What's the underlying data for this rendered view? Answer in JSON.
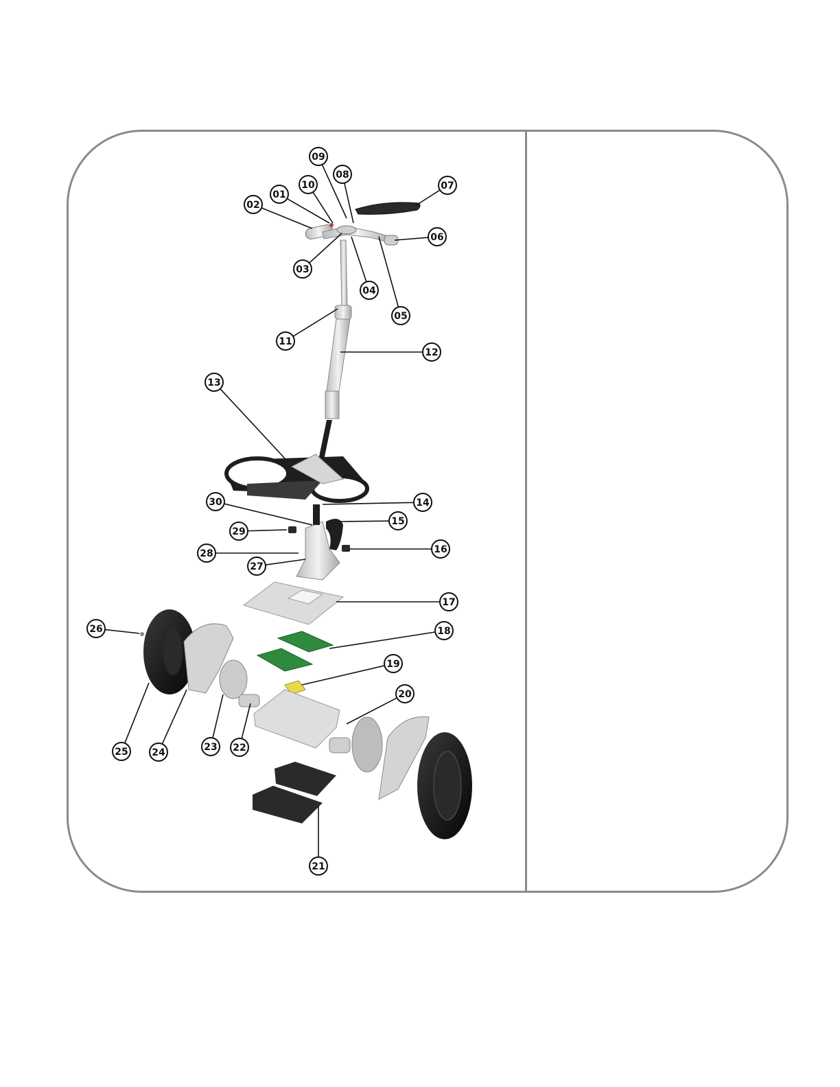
{
  "parts": [
    {
      "id": "p01",
      "label": "01"
    },
    {
      "id": "p02",
      "label": "02"
    },
    {
      "id": "p03",
      "label": "03"
    },
    {
      "id": "p04",
      "label": "04"
    },
    {
      "id": "p05",
      "label": "05"
    },
    {
      "id": "p06",
      "label": "06"
    },
    {
      "id": "p07",
      "label": "07"
    },
    {
      "id": "p08",
      "label": "08"
    },
    {
      "id": "p09",
      "label": "09"
    },
    {
      "id": "p10",
      "label": "10"
    },
    {
      "id": "p11",
      "label": "11"
    },
    {
      "id": "p12",
      "label": "12"
    },
    {
      "id": "p13",
      "label": "13"
    },
    {
      "id": "p14",
      "label": "14"
    },
    {
      "id": "p15",
      "label": "15"
    },
    {
      "id": "p16",
      "label": "16"
    },
    {
      "id": "p17",
      "label": "17"
    },
    {
      "id": "p18",
      "label": "18"
    },
    {
      "id": "p19",
      "label": "19"
    },
    {
      "id": "p20",
      "label": "20"
    },
    {
      "id": "p21",
      "label": "21"
    },
    {
      "id": "p22",
      "label": "22"
    },
    {
      "id": "p23",
      "label": "23"
    },
    {
      "id": "p24",
      "label": "24"
    },
    {
      "id": "p25",
      "label": "25"
    },
    {
      "id": "p26",
      "label": "26"
    },
    {
      "id": "p27",
      "label": "27"
    },
    {
      "id": "p28",
      "label": "28"
    },
    {
      "id": "p29",
      "label": "29"
    },
    {
      "id": "p30",
      "label": "30"
    }
  ],
  "colors": {
    "frame": "#8a8a8a",
    "metal": "#d8d8d8",
    "dark": "#1e1e1e",
    "pcb": "#2e8b3e",
    "bracket": "#e8d84a"
  }
}
